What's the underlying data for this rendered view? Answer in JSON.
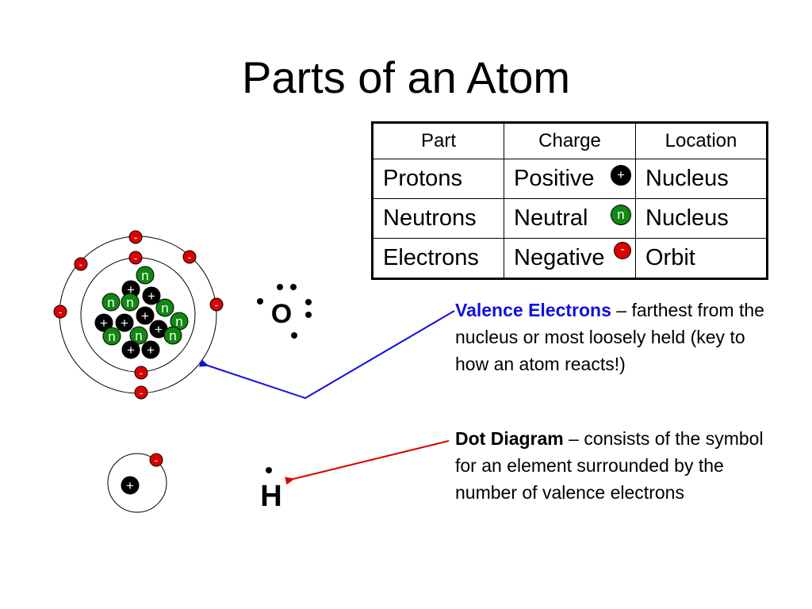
{
  "title": "Parts of an Atom",
  "table": {
    "headers": [
      "Part",
      "Charge",
      "Location"
    ],
    "rows": [
      {
        "part": "Protons",
        "charge": "Positive",
        "location": "Nucleus",
        "symbol": "+"
      },
      {
        "part": "Neutrons",
        "charge": "Neutral",
        "location": "Nucleus",
        "symbol": "n"
      },
      {
        "part": "Electrons",
        "charge": "Negative",
        "location": "Orbit",
        "symbol": "-"
      }
    ]
  },
  "valence_note": {
    "term": "Valence Electrons",
    "text": " – farthest from the nucleus or most loosely held (key to how an atom reacts!)"
  },
  "dot_note": {
    "term": "Dot Diagram",
    "text": " – consists of the symbol for an element surrounded by the number of valence electrons"
  },
  "oxygen_symbol": "O",
  "hydrogen_symbol": "H",
  "particle_labels": {
    "proton": "+",
    "neutron": "n",
    "electron": "-"
  },
  "colors": {
    "proton": "#000000",
    "neutron": "#118811",
    "electron": "#dd0000",
    "valence_arrow": "#1010dd",
    "dot_arrow": "#dd0000",
    "valence_term": "#1010dd"
  }
}
